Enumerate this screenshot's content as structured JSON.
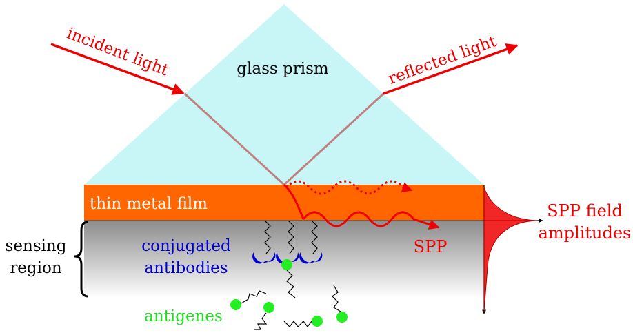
{
  "labels": {
    "incident": "incident light",
    "prism": "glass prism",
    "reflected": "reflected light",
    "film": "thin metal film",
    "sensing_line1": "sensing",
    "sensing_line2": "region",
    "conjugated_line1": "conjugated",
    "conjugated_line2": "antibodies",
    "spp": "SPP",
    "field_line1": "SPP field",
    "field_line2": "amplitudes",
    "antigenes": "antigenes"
  },
  "colors": {
    "prism": "#c8f6f6",
    "film": "#ff6600",
    "light": "#ee0000",
    "ray": "#c08080",
    "antibody": "#0000cc",
    "antigen": "#22ee22",
    "sensing_top": "#8c8c8c",
    "sensing_bottom": "#ffffff"
  }
}
